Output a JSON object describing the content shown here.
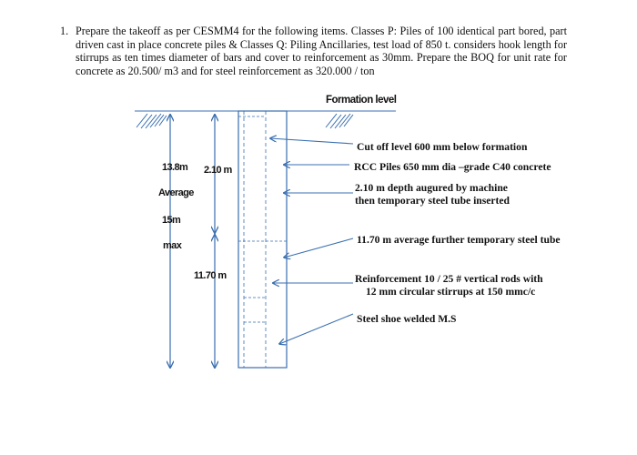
{
  "question": {
    "number": "1.",
    "text": "Prepare the takeoff as per CESMM4 for the following items. Classes P: Piles of 100 identical part bored, part driven cast in place concrete piles & Classes Q: Piling Ancillaries, test load of 850 t. considers hook length for stirrups as ten times diameter of bars and cover to reinforcement as 30mm.  Prepare the BOQ for unit rate for concrete as 20.500/ m3 and for steel reinforcement as 320.000 / ton"
  },
  "diagram": {
    "formation_level": "Formation level",
    "left_labels": {
      "total_depth": "13.8m",
      "bored_depth": "2.10 m",
      "average": "Average",
      "max_depth": "15m",
      "max": "max",
      "tube_depth": "11.70 m"
    },
    "callouts": {
      "cut_off": "Cut off level 600 mm below formation",
      "piles": "RCC Piles 650 mm dia –grade C40 concrete",
      "augured_line1": "2.10 m depth augured by machine",
      "augured_line2": "then temporary steel tube inserted",
      "further_tube": "11.70 m average further temporary steel tube",
      "reinf_line1": "Reinforcement 10 / 25 # vertical rods with",
      "reinf_line2": "12 mm circular stirrups at 150 mmc/c",
      "steel_shoe": "Steel shoe welded M.S"
    },
    "colors": {
      "line": "#3a6fb0",
      "pile_outline": "#3a6fb0",
      "text": "#111111"
    }
  }
}
